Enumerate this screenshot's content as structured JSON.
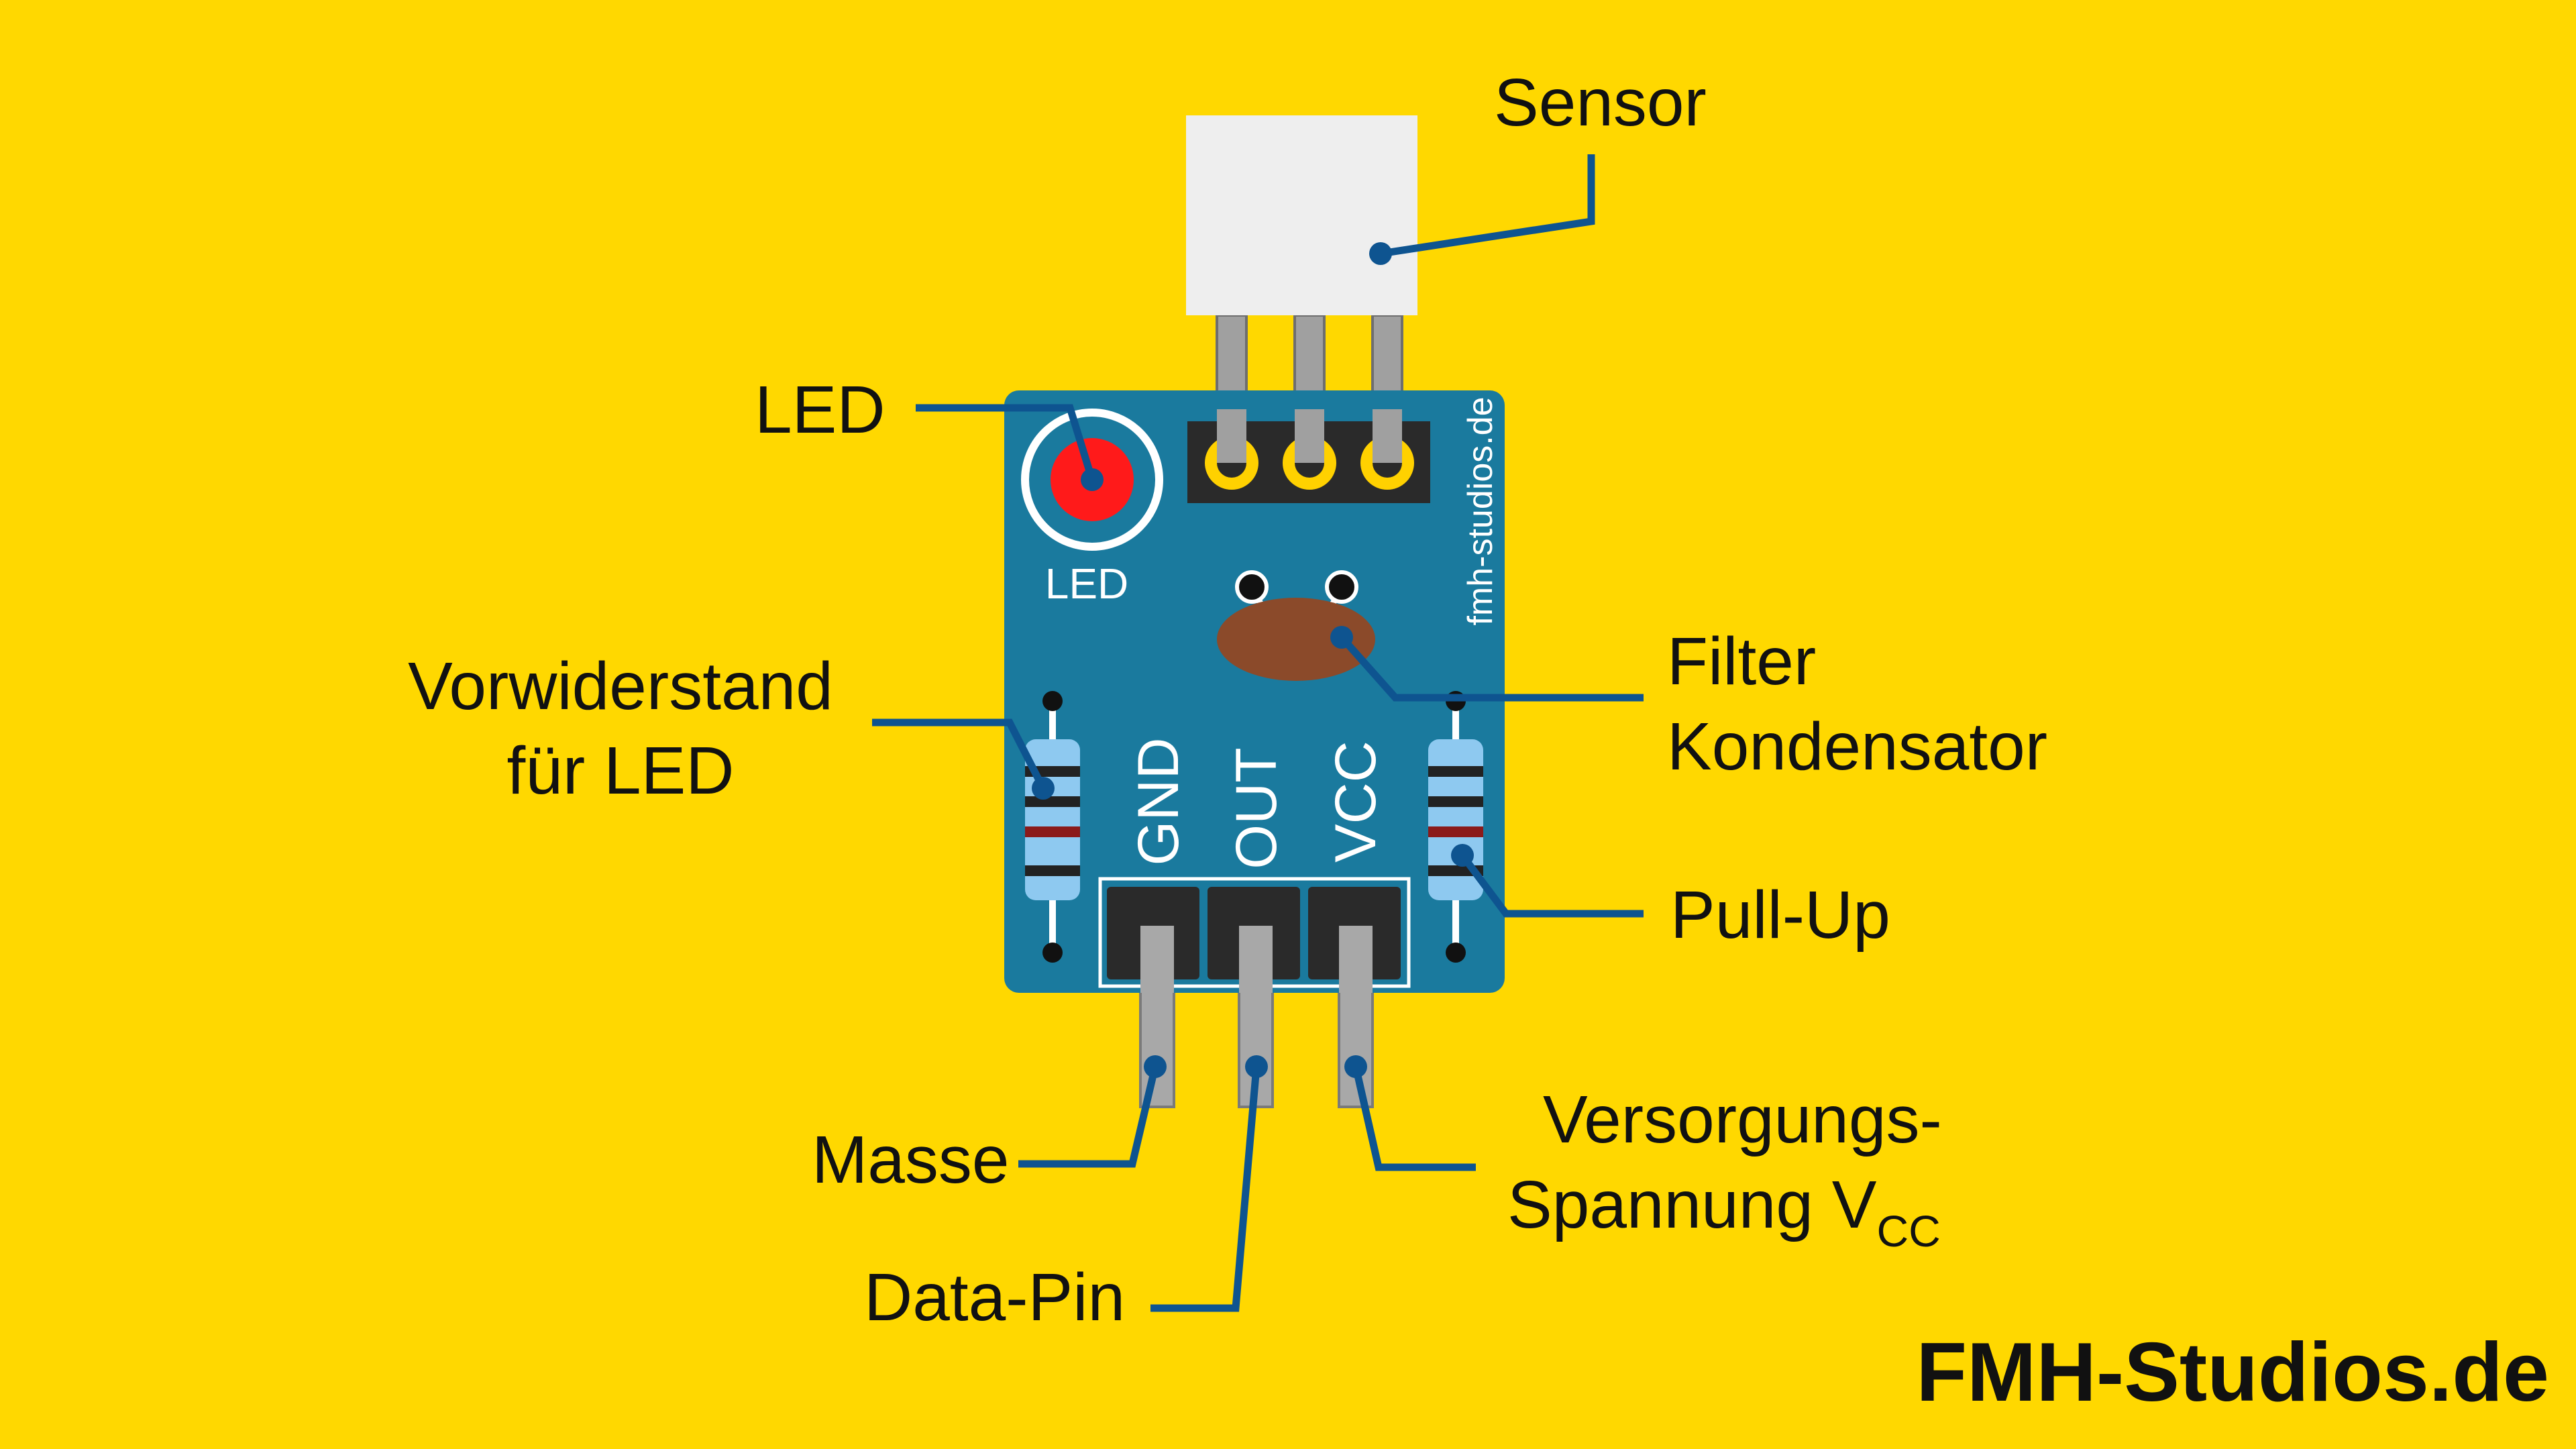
{
  "colors": {
    "background": "#FFD800",
    "pcb": "#1A7A9E",
    "leader": "#0E5490",
    "led_red": "#FF1A1A",
    "pad_gold": "#FFD100",
    "capacitor": "#8B4A2A",
    "resistor_body": "#8EC9F0",
    "pin_metal": "#A0A0A0",
    "header_black": "#2A2A2A",
    "label_text": "#111111"
  },
  "labels": {
    "sensor": "Sensor",
    "led": "LED",
    "resistor_line1": "Vorwiderstand",
    "resistor_line2": "für LED",
    "filter_line1": "Filter",
    "filter_line2": "Kondensator",
    "pullup": "Pull-Up",
    "masse": "Masse",
    "data_pin": "Data-Pin",
    "supply_line1": "Versorgungs-",
    "supply_line2": "Spannung V",
    "supply_sub": "CC"
  },
  "board": {
    "led_silk": "LED",
    "watermark": "fmh-studios.de",
    "pin_gnd": "GND",
    "pin_out": "OUT",
    "pin_vcc": "VCC"
  },
  "brand": "FMH-Studios.de"
}
